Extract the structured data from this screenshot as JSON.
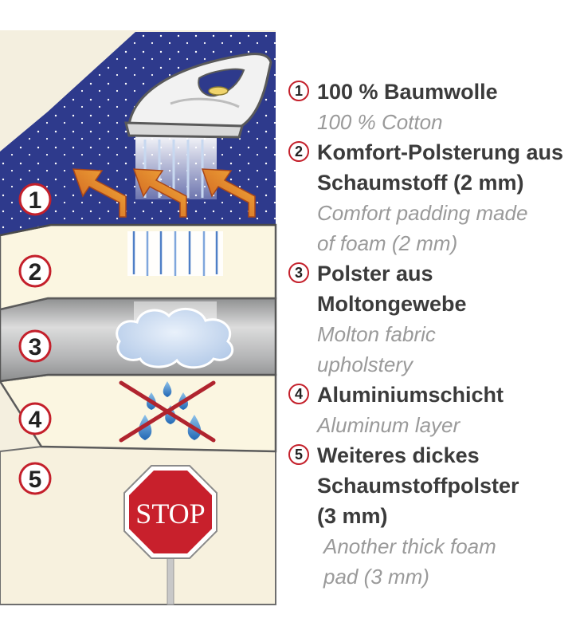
{
  "layers": [
    {
      "number": "1",
      "de": [
        "100 % Baumwolle"
      ],
      "en": [
        "100 % Cotton"
      ]
    },
    {
      "number": "2",
      "de": [
        "Komfort-Polsterung aus",
        "Schaumstoff (2 mm)"
      ],
      "en": [
        "Comfort padding made",
        "of foam (2 mm)"
      ]
    },
    {
      "number": "3",
      "de": [
        "Polster aus",
        "Moltongewebe"
      ],
      "en": [
        "Molton fabric",
        "upholstery"
      ]
    },
    {
      "number": "4",
      "de": [
        "Aluminiumschicht"
      ],
      "en": [
        "Aluminum layer"
      ]
    },
    {
      "number": "5",
      "de": [
        "Weiteres dickes",
        "Schaumstoffpolster",
        "(3 mm)"
      ],
      "en": [
        "Another thick foam",
        "pad (3 mm)"
      ]
    }
  ],
  "stop_sign": {
    "label": "STOP"
  },
  "colors": {
    "cover_blue": "#2e3a8c",
    "foam_cream": "#fbf6e1",
    "molton_gray": "#a7a8a9",
    "badge_red": "#c4202b",
    "arrow_orange": "#e9832a",
    "stop_red": "#c8202c",
    "de_text": "#3b3b3b",
    "en_text": "#9a9a9a"
  },
  "icons": [
    "iron-icon",
    "steam-icon",
    "heat-arrow-icon",
    "cloud-icon",
    "water-drop-icon",
    "cross-icon",
    "stop-sign-icon"
  ]
}
